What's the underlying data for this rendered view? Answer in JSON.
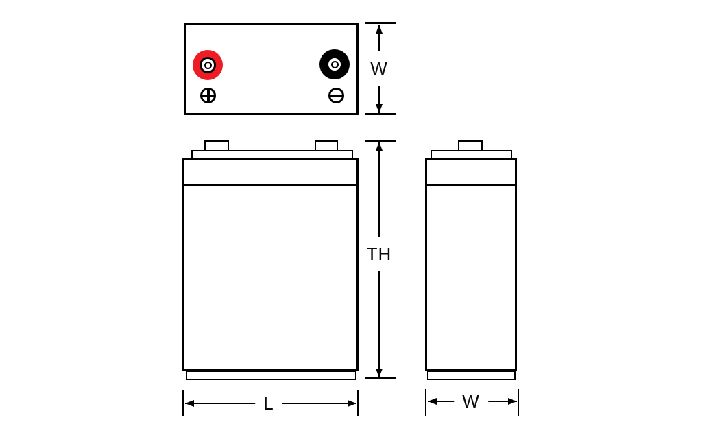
{
  "diagram": {
    "dimension_labels": {
      "top_view_width": "W",
      "total_height": "TH",
      "length": "L",
      "side_view_width": "W"
    },
    "colors": {
      "positive_terminal": "#EE1C25",
      "negative_terminal": "#000000",
      "outline": "#000000",
      "background": "#FFFFFF"
    },
    "icons": {
      "positive_screw": "plus-in-circle",
      "negative_screw": "minus-in-circle",
      "positive_terminal": "red-ring-terminal",
      "negative_terminal": "black-ring-terminal"
    }
  }
}
